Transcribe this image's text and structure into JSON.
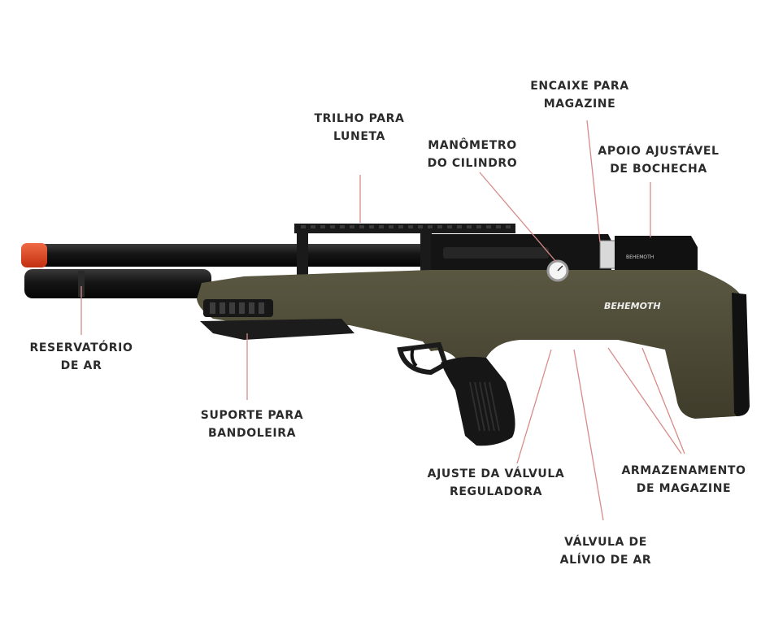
{
  "brand_mark": "BEHEMOTH",
  "callouts": {
    "trilho": [
      "TRILHO PARA",
      "LUNETA"
    ],
    "encaixe": [
      "ENCAIXE PARA",
      "MAGAZINE"
    ],
    "manometro": [
      "MANÔMETRO",
      "DO CILINDRO"
    ],
    "apoio": [
      "APOIO AJUSTÁVEL",
      "DE BOCHECHA"
    ],
    "reservatorio": [
      "RESERVATÓRIO",
      "DE AR"
    ],
    "suporte": [
      "SUPORTE PARA",
      "BANDOLEIRA"
    ],
    "ajuste": [
      "AJUSTE DA VÁLVULA",
      "REGULADORA"
    ],
    "armazenamento": [
      "ARMAZENAMENTO",
      "DE MAGAZINE"
    ],
    "valvula": [
      "VÁLVULA DE",
      "ALÍVIO DE AR"
    ]
  },
  "colors": {
    "stock": "#4d4a36",
    "barrel": "#1b1b1b",
    "muzzle_cap": "#e2401c",
    "leader_line": "#d98a8a",
    "text": "#2b2b2b"
  }
}
